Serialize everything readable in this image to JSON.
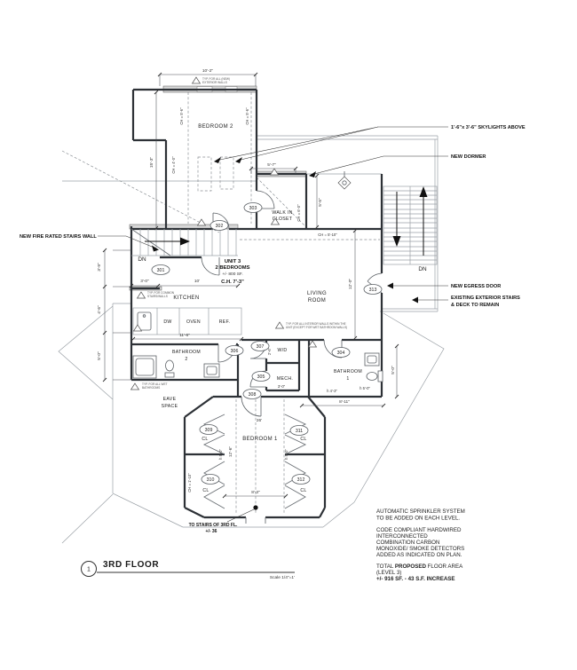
{
  "page": {
    "background": "#ffffff"
  },
  "title_block": {
    "number": "1",
    "title": "3RD FLOOR",
    "scale": "Scale 1/4\"=1'"
  },
  "unit_info": {
    "unit": "UNIT 3",
    "bedrooms": "2 BEDROOMS",
    "area": "+/- 800 SF.",
    "ceiling": "C.H. 7'-3\""
  },
  "rooms": {
    "bedroom2": "BEDROOM 2",
    "walk_in_line1": "WALK IN",
    "walk_in_line2": "CLOSET",
    "kitchen": "KITCHEN",
    "living_line1": "LIVING",
    "living_line2": "ROOM",
    "bathroom2_line1": "BATHROOM",
    "bathroom2_line2": "2",
    "bathroom1_line1": "BATHROOM",
    "bathroom1_line2": "1",
    "mech": "MECH.",
    "wd": "W/D",
    "bedroom1": "BEDROOM 1",
    "eave_line1": "EAVE",
    "eave_line2": "SPACE",
    "closet_abbr": "CL"
  },
  "appliances": {
    "dw": "DW",
    "oven": "OVEN",
    "ref": "REF."
  },
  "stairs": {
    "dn_interior": "DN",
    "dn_exterior": "DN"
  },
  "tags": {
    "t301": "301",
    "t302": "302",
    "t303": "303",
    "t304": "304",
    "t305": "305",
    "t306": "306",
    "t307": "307",
    "t308": "308",
    "t309": "309",
    "t310": "310",
    "t311": "311",
    "t312": "312",
    "t313": "313"
  },
  "dims": {
    "w10_2": "10'-2\"",
    "h15_3": "15'-3\"",
    "ch4_0": "CH = 4'-0\"",
    "ch5_6": "CH = 5'-6\"",
    "w5_7": "5'-7\"",
    "ch6_0": "CH = 6'-0\"",
    "h5_5": "5'-5\"",
    "ch5_10": "CH = 5'-10\"",
    "h12_0": "12'-0\"",
    "w3_0": "3'-0\"",
    "w10": "10'",
    "w11_6": "11'-6\"",
    "h3_9": "3'-9\"",
    "h4_6": "4'-6\"",
    "h5_0": "5'-0\"",
    "w2_6": "2'-6\"",
    "w8_11": "8'-11\"",
    "kh4_3": "h 4'-3\"",
    "kh5_0": "h 5'-0\"",
    "w26": "26'",
    "h12_6": "12'-6\"",
    "ch1_10": "CH = 1'-10\"",
    "w8_3": "8'-3\"",
    "mech3_0": "3'-0\""
  },
  "annotations": {
    "skylights": "1'-6\"x 3'-6\" SKYLIGHTS ABOVE",
    "new_dormer": "NEW DORMER",
    "new_egress_door": "NEW EGRESS DOOR",
    "existing_stairs_line1": "EXISTING EXTERIOR STAIRS",
    "existing_stairs_line2": "& DECK TO REMAIN",
    "fire_rated_wall": "NEW FIRE RATED STAIRS WALL",
    "to_stairs_line1": "TO STAIRS OF 3RD FL.",
    "to_stairs_line2": "+/- 36"
  },
  "wall_notes": {
    "exterior_line1": "TYP. FOR ALL (NEW)",
    "exterior_line2": "EXTERIOR WALLS",
    "common_line1": "TYP. FOR COMMON",
    "common_line2": "STAIRS/WALLS",
    "wet_line1": "TYP. FOR ALL WET",
    "wet_line2": "BATHROOMS",
    "interior_line1": "TYP. FOR ALL INTERIOR WALLS WITHIN THE",
    "interior_line2": "UNIT (EXCEPT FOR WET BATHROOM WALLS)"
  },
  "notes": {
    "sprinkler_line1": "AUTOMATIC SPRINKLER SYSTEM",
    "sprinkler_line2": "TO BE ADDED ON EACH LEVEL.",
    "detector_line1": "CODE COMPLIANT HARDWIRED",
    "detector_line2": "INTERCONNECTED",
    "detector_line3": "COMBINATION CARBON",
    "detector_line4": "MONOXIDE/ SMOKE DETECTORS",
    "detector_line5": "ADDED AS INDICATED ON PLAN.",
    "area_line1a": "TOTAL ",
    "area_line1b": "PROPOSED",
    "area_line1c": " FLOOR AREA",
    "area_line2": "(LEVEL 3)",
    "area_line3": "+/- 916 SF. - 43 S.F. INCREASE"
  }
}
